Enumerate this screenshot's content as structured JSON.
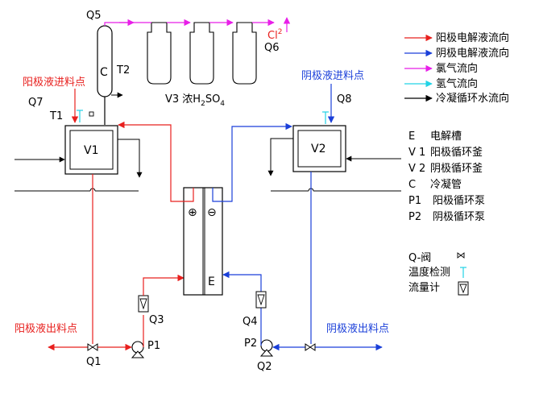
{
  "vessels": {
    "v1": "V1",
    "v2": "V2",
    "condenser": "C",
    "electrolyzer": "E",
    "anode_sign": "⊕",
    "cathode_sign": "⊖"
  },
  "labels": {
    "q1": "Q1",
    "q2": "Q2",
    "q3": "Q3",
    "q4": "Q4",
    "q5": "Q5",
    "q6": "Q6",
    "q7": "Q7",
    "q8": "Q8",
    "t1": "T1",
    "t2": "T2",
    "p1": "P1",
    "p2": "P2",
    "cl2": "Cl",
    "cl2_sub": "2",
    "v3_prefix": "V3 浓H",
    "v3_sub1": "2",
    "v3_mid": "SO",
    "v3_sub2": "4",
    "anolyte_inlet": "阳极液进料点",
    "catholyte_inlet": "阴极液进料点",
    "anolyte_outlet": "阳极液出料点",
    "catholyte_outlet": "阴极液出料点"
  },
  "flow_legend": [
    {
      "text": "阳极电解液流向",
      "color": "#e8201e"
    },
    {
      "text": "阴极电解液流向",
      "color": "#1a3fd9"
    },
    {
      "text": "氯气流向",
      "color": "#e81ee8"
    },
    {
      "text": "氢气流向",
      "color": "#22d3e6"
    },
    {
      "text": "冷凝循环水流向",
      "color": "#000000"
    }
  ],
  "equipment_legend": [
    {
      "code": "E",
      "desc": "电解槽"
    },
    {
      "code": "V 1",
      "desc": "阳极循环釜"
    },
    {
      "code": "V 2",
      "desc": "阴极循环釜"
    },
    {
      "code": "C",
      "desc": "冷凝管"
    },
    {
      "code": "P1",
      "desc": "阳极循环泵"
    },
    {
      "code": "P2",
      "desc": "阴极循环泵"
    }
  ],
  "symbol_legend": {
    "valve": "Q-阀",
    "temperature": "温度检测",
    "flowmeter": "流量计"
  },
  "colors": {
    "anode": "#e8201e",
    "cathode": "#1a3fd9",
    "chlorine": "#e81ee8",
    "hydrogen": "#22d3e6",
    "water": "#000000"
  }
}
